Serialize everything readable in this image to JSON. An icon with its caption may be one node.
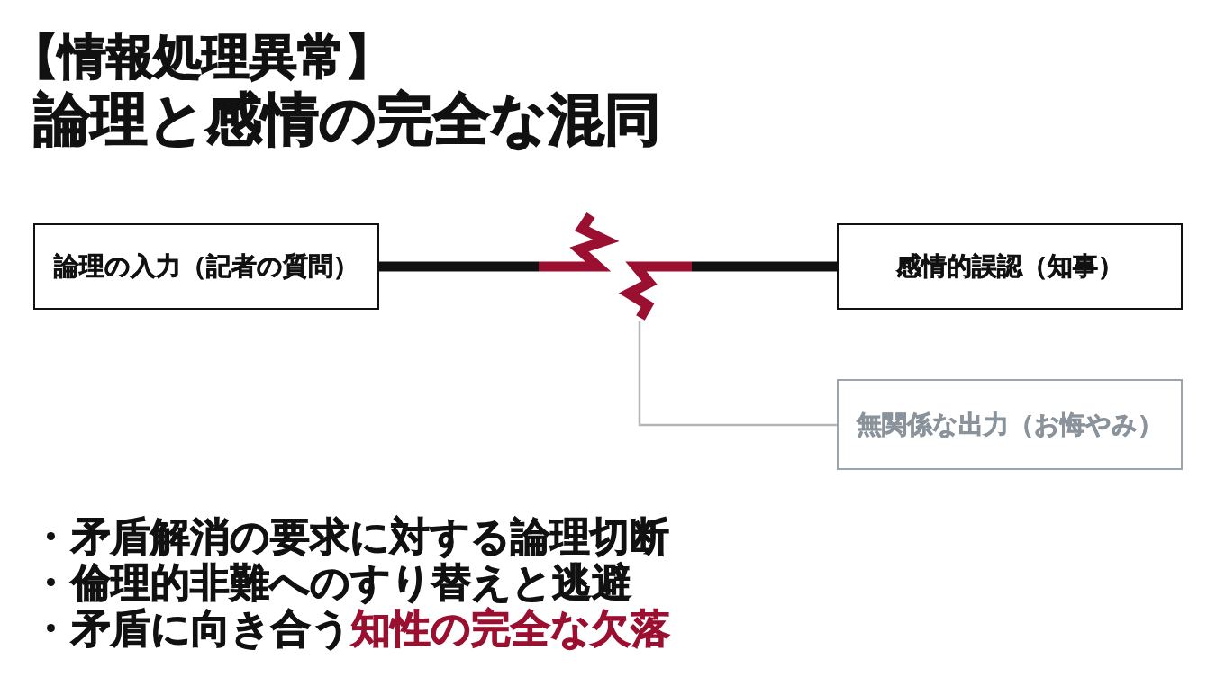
{
  "diagram": {
    "title": "【情報処理異常】論理と感情の完全な混同",
    "nodes": [
      {
        "text": [
          "論理の入力（記者の質問）"
        ]
      },
      {
        "text": [
          "感情的誤認（知事）"
        ]
      },
      {
        "text": [
          "無関係な出力（お悔やみ）"
        ]
      }
    ],
    "edges": [
      {
        "from": 0,
        "to": null,
        "arrow": "none",
        "style": "thick"
      },
      {
        "from": 1,
        "to": null,
        "arrow": "none",
        "style": "thick"
      },
      {
        "from": null,
        "to": 2,
        "arrow": "none",
        "color": "#b3b6b9"
      }
    ],
    "labels": [
      "矛盾解消の要求に対する論理切断",
      "倫理的非難へのすり替えと逃避",
      "矛盾に向き合う**知性の完全な欠落**"
    ]
  }
}
